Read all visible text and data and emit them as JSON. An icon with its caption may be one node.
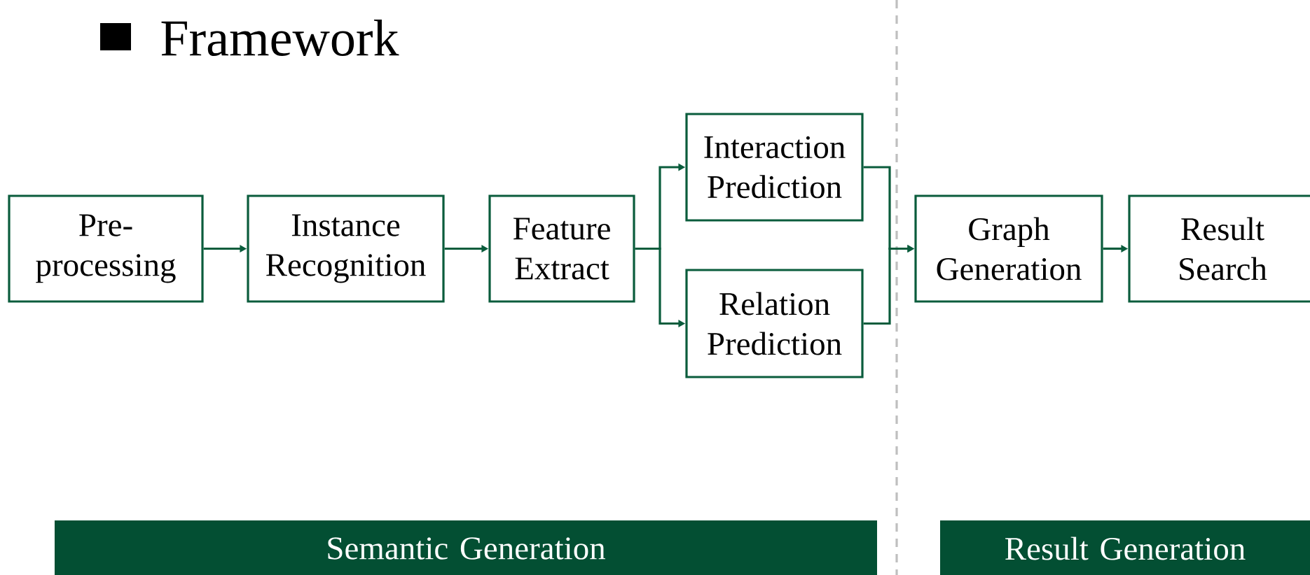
{
  "diagram": {
    "title": "Framework",
    "nodes": [
      {
        "text": [
          "Pre- processing"
        ]
      },
      {
        "text": [
          "Instance Recognition"
        ]
      },
      {
        "text": [
          "Feature Extract"
        ]
      },
      {
        "text": [
          "Interaction Prediction"
        ]
      },
      {
        "text": [
          "Relation Prediction"
        ]
      },
      {
        "text": [
          "Graph Generation"
        ]
      },
      {
        "text": [
          "Result Search"
        ]
      },
      {
        "text": [
          "Semantic Generation"
        ]
      },
      {
        "text": [
          "Result Generation"
        ]
      }
    ],
    "edges": [
      {
        "from": 0,
        "to": 1,
        "arrow": "to"
      },
      {
        "from": 1,
        "to": 2,
        "arrow": "to"
      },
      {
        "from": 2,
        "to": 3,
        "arrow": "to"
      },
      {
        "from": 2,
        "to": 4,
        "arrow": "to"
      },
      {
        "from": 3,
        "to": 5,
        "arrow": "to"
      },
      {
        "from": 4,
        "to": 5,
        "arrow": "to"
      },
      {
        "from": 5,
        "to": 6,
        "arrow": "to"
      }
    ]
  }
}
